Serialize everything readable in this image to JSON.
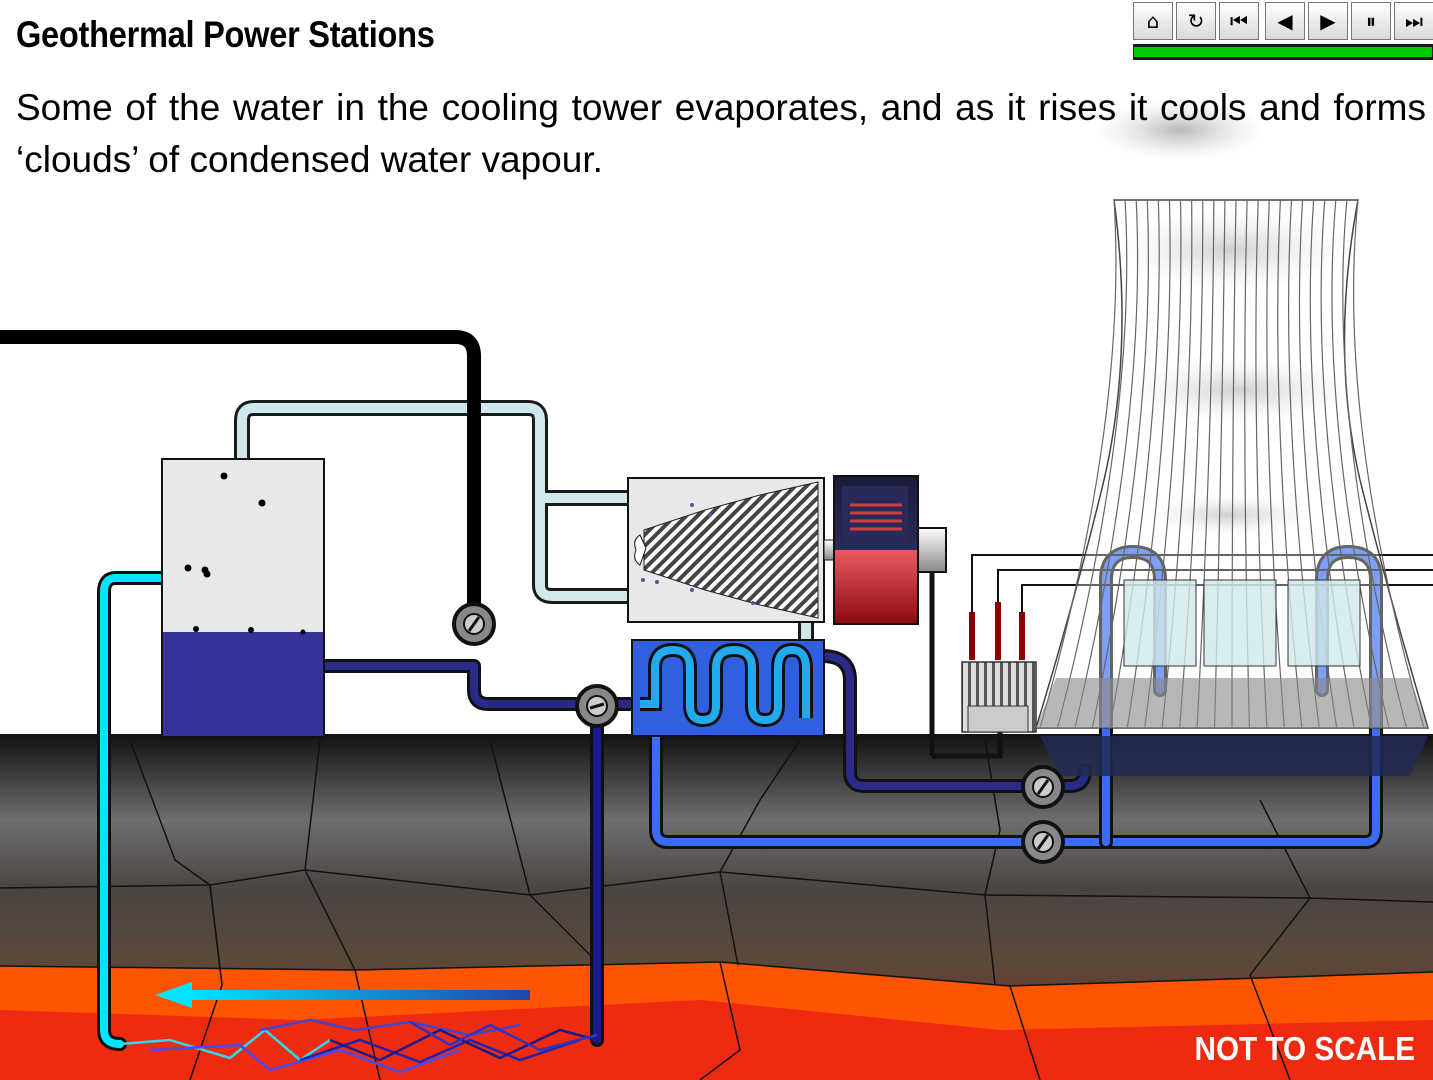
{
  "page": {
    "title": "Geothermal Power Stations",
    "caption": "Some of the water in the cooling tower evaporates, and as it rises it cools and forms ‘clouds’ of condensed water vapour.",
    "footnote": "NOT TO SCALE"
  },
  "toolbar": {
    "buttons": [
      {
        "name": "home",
        "icon": "house-icon",
        "glyph": "⌂"
      },
      {
        "name": "replay",
        "icon": "replay-icon",
        "glyph": "↻"
      },
      {
        "name": "first",
        "icon": "skip-to-start-icon",
        "glyph": "⏮"
      },
      {
        "name": "previous",
        "icon": "step-back-icon",
        "glyph": "◀"
      },
      {
        "name": "next",
        "icon": "step-forward-icon",
        "glyph": "▶"
      },
      {
        "name": "pause",
        "icon": "pause-icon",
        "glyph": "⏸"
      },
      {
        "name": "last",
        "icon": "skip-to-end-icon",
        "glyph": "⏭"
      }
    ],
    "progress_fraction": 1.0
  },
  "colors": {
    "hot_water": "#00e5ff",
    "cold_water": "#2a2a8a",
    "steam_pipe": "#cfe8ec",
    "cooling_water": "#3a6cf5",
    "generator_red": "#c8202a",
    "magma": "#ff3300"
  }
}
